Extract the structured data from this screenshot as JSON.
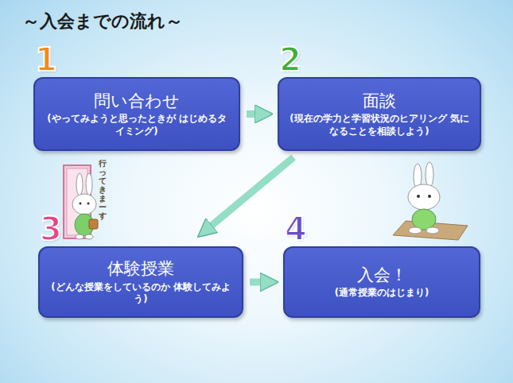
{
  "diagram": {
    "title": "～入会までの流れ～",
    "nodes": [
      {
        "text": [
          "1",
          "問い合わせ",
          "(やってみようと思ったときが はじめるタイミング)"
        ]
      },
      {
        "text": [
          "2",
          "面談",
          "(現在の学力と学習状況のヒアリング 気になることを相談しよう)"
        ]
      },
      {
        "text": [
          "3",
          "体験授業",
          "(どんな授業をしているのか 体験してみよう)"
        ]
      },
      {
        "text": [
          "4",
          "入会！",
          "(通常授業のはじまり)"
        ]
      }
    ],
    "edges": [
      {
        "from": 0,
        "to": 1,
        "arrow": "to"
      },
      {
        "from": 1,
        "to": 2,
        "arrow": "to"
      },
      {
        "from": 2,
        "to": 3,
        "arrow": "to"
      }
    ],
    "labels": [
      "行ってきまーす"
    ]
  }
}
